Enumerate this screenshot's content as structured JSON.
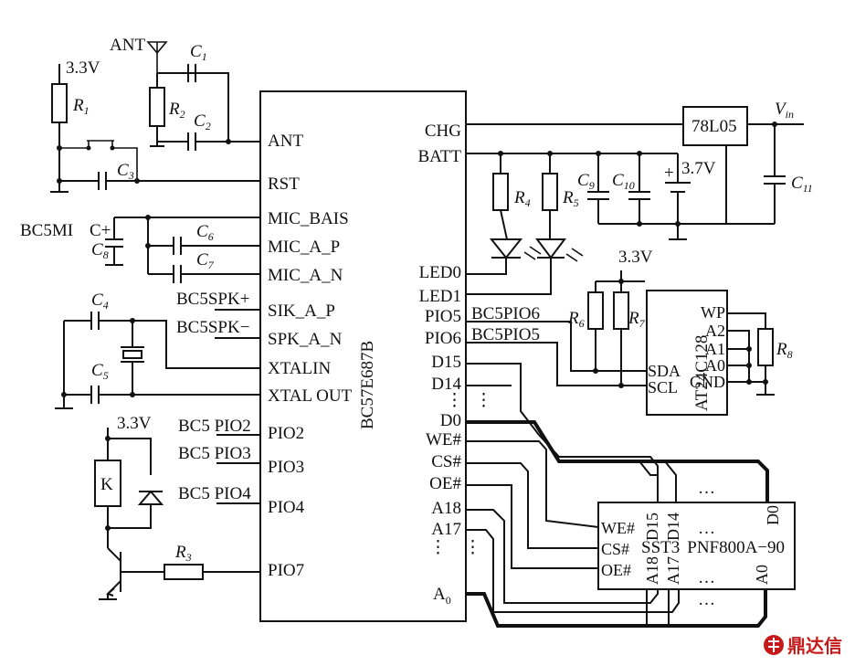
{
  "main_chip": {
    "name": "BC57E687B",
    "left_pins": [
      "ANT",
      "RST",
      "MIC_BAIS",
      "MIC_A_P",
      "MIC_A_N",
      "SIK_A_P",
      "SPK_A_N",
      "XTALIN",
      "XTAL OUT",
      "PIO2",
      "PIO3",
      "PIO4",
      "PIO7"
    ],
    "right_pins": [
      "CHG",
      "BATT",
      "LED0",
      "LED1",
      "PIO5",
      "PIO6",
      "D15",
      "D14",
      "D0",
      "WE#",
      "CS#",
      "OE#",
      "A18",
      "A17"
    ],
    "a0_pin": "A",
    "a0_sub": "0"
  },
  "net_labels": {
    "ant": "ANT",
    "v33_a": "3.3V",
    "v33_b": "3.3V",
    "v33_c": "3.3V",
    "mic": "BC5MI",
    "mic_plus": "C+",
    "spk_p": "BC5SPK+",
    "spk_n": "BC5SPK−",
    "pio2": "BC5 PIO2",
    "pio3": "BC5 PIO3",
    "pio4": "BC5 PIO4",
    "pio6": "BC5PIO6",
    "pio5": "BC5PIO5",
    "vin": "V",
    "vin_sub": "in",
    "v37": "3.7V",
    "plus": "+"
  },
  "components": {
    "R1": {
      "l": "R",
      "s": "1"
    },
    "R2": {
      "l": "R",
      "s": "2"
    },
    "R3": {
      "l": "R",
      "s": "3"
    },
    "R4": {
      "l": "R",
      "s": "4"
    },
    "R5": {
      "l": "R",
      "s": "5"
    },
    "R6": {
      "l": "R",
      "s": "6"
    },
    "R7": {
      "l": "R",
      "s": "7"
    },
    "R8": {
      "l": "R",
      "s": "8"
    },
    "C1": {
      "l": "C",
      "s": "1"
    },
    "C2": {
      "l": "C",
      "s": "2"
    },
    "C3": {
      "l": "C",
      "s": "3"
    },
    "C4": {
      "l": "C",
      "s": "4"
    },
    "C5": {
      "l": "C",
      "s": "5"
    },
    "C6": {
      "l": "C",
      "s": "6"
    },
    "C7": {
      "l": "C",
      "s": "7"
    },
    "C8": {
      "l": "C",
      "s": "8"
    },
    "C9": {
      "l": "C",
      "s": "9"
    },
    "C10": {
      "l": "C",
      "s": "10"
    },
    "C11": {
      "l": "C",
      "s": "11"
    },
    "relay": "K"
  },
  "regulator": "78L05",
  "eeprom": {
    "name": "AT24C128",
    "pins_left": [
      "SDA",
      "SCL"
    ],
    "pins_right": [
      "WP",
      "A2",
      "A1",
      "A0",
      "GND"
    ]
  },
  "flash": {
    "name": "SST3 PNF800A−90",
    "name_a": "SST3",
    "name_b": "PNF800A−90",
    "left_pins": [
      "WE#",
      "CS#",
      "OE#"
    ],
    "top_pins": [
      "D15",
      "D14",
      "D0"
    ],
    "bottom_pins": [
      "A18",
      "A17",
      "A0"
    ],
    "dots": "…"
  },
  "watermark": "鼎达信",
  "ellipsis_v": "⋮",
  "ellipsis_h": "…"
}
